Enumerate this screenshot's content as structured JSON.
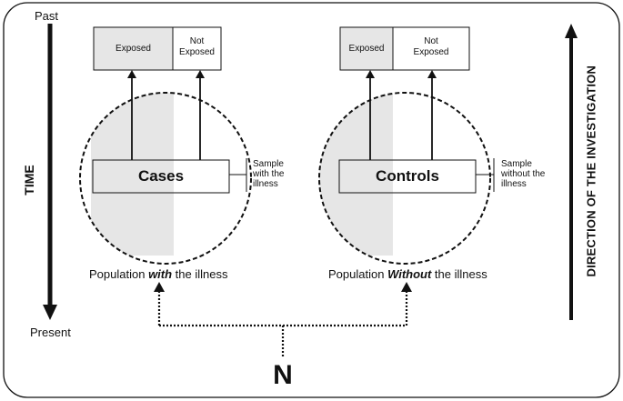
{
  "time_axis": {
    "top_label": "Past",
    "bottom_label": "Present",
    "label": "TIME"
  },
  "direction_label": "DIRECTION OF THE INVESTIGATION",
  "left_group": {
    "exposed_label": "Exposed",
    "not_exposed_label": "Not\nExposed",
    "sample_label": "Cases",
    "sample_note": "Sample\nwith the\nillness",
    "population_prefix": "Population ",
    "population_emphasis": "with",
    "population_suffix": " the illness"
  },
  "right_group": {
    "exposed_label": "Exposed",
    "not_exposed_label": "Not\nExposed",
    "sample_label": "Controls",
    "sample_note": "Sample\nwithout the\nillness",
    "population_prefix": "Population ",
    "population_emphasis": "Without",
    "population_suffix": " the illness"
  },
  "source_label": "N",
  "colors": {
    "shade": "#e6e6e6",
    "stroke": "#111111"
  }
}
